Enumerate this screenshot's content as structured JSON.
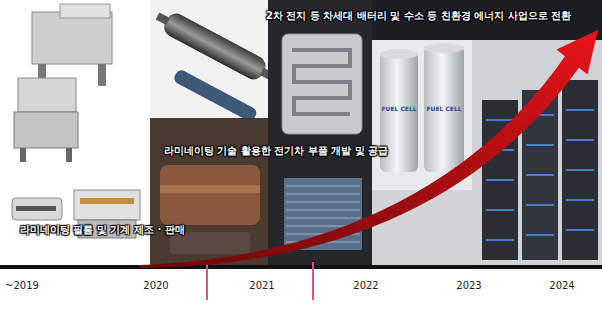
{
  "diagram": {
    "labels": [
      "2차 전지 등 차세대 배터리 및 수소 등 친환경 에너지 사업으로 전환",
      "라미네이팅 기술 활용한 전기차 부품 개발 및 공급",
      "FUEL CELL",
      "FUEL CELL",
      "라미네이팅 필름 및 기계 제조 · 판매",
      "~2019",
      "2020",
      "2021",
      "2022",
      "2023",
      "2024"
    ]
  }
}
